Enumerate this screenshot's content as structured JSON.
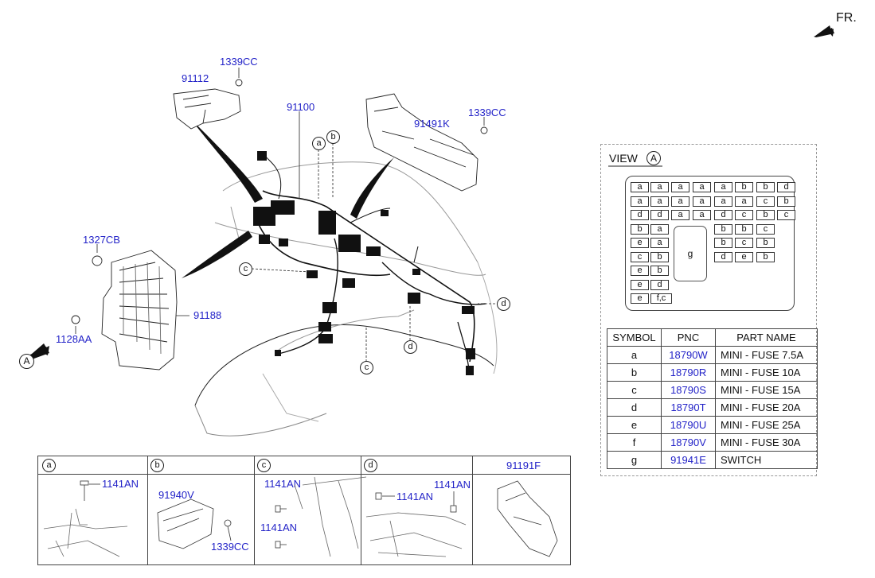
{
  "header": {
    "direction_label": "FR."
  },
  "colors": {
    "part_number": "#2323c8",
    "line": "#111111"
  },
  "main_diagram": {
    "callouts": [
      {
        "id": "c1",
        "text": "1339CC",
        "blue": true
      },
      {
        "id": "c2",
        "text": "91112",
        "blue": true
      },
      {
        "id": "c3",
        "text": "91100",
        "blue": true
      },
      {
        "id": "c4",
        "text": "91491K",
        "blue": true
      },
      {
        "id": "c5",
        "text": "1339CC",
        "blue": true
      },
      {
        "id": "c6",
        "text": "1327CB",
        "blue": true
      },
      {
        "id": "c7",
        "text": "91188",
        "blue": true
      },
      {
        "id": "c8",
        "text": "1128AA",
        "blue": true
      }
    ],
    "circle_markers": [
      {
        "id": "m1",
        "text": "a"
      },
      {
        "id": "m2",
        "text": "b"
      },
      {
        "id": "m3",
        "text": "c"
      },
      {
        "id": "m4",
        "text": "d"
      },
      {
        "id": "m5",
        "text": "d"
      },
      {
        "id": "m6",
        "text": "c"
      },
      {
        "id": "m7",
        "text": "A"
      }
    ]
  },
  "view_a": {
    "title": "VIEW",
    "marker": "A",
    "fuse_rows": [
      [
        "a",
        "a",
        "a",
        "a",
        "a",
        "b",
        "b",
        "d"
      ],
      [
        "a",
        "a",
        "a",
        "a",
        "a",
        "a",
        "c",
        "b"
      ],
      [
        "d",
        "d",
        "a",
        "a",
        "d",
        "c",
        "b",
        "c"
      ],
      [
        "b",
        "a",
        "",
        "",
        "b",
        "b",
        "c",
        ""
      ],
      [
        "e",
        "a",
        "",
        "",
        "b",
        "c",
        "b",
        ""
      ],
      [
        "c",
        "b",
        "",
        "",
        "d",
        "e",
        "b",
        ""
      ],
      [
        "e",
        "b",
        "",
        "",
        "",
        "",
        "",
        ""
      ],
      [
        "e",
        "d",
        "",
        "",
        "",
        "",
        "",
        ""
      ],
      [
        "e",
        "f,c",
        "",
        "",
        "",
        "",
        "",
        ""
      ]
    ],
    "switch_label": "g",
    "table": {
      "headers": [
        "SYMBOL",
        "PNC",
        "PART NAME"
      ],
      "rows": [
        {
          "symbol": "a",
          "pnc": "18790W",
          "name": "MINI - FUSE 7.5A"
        },
        {
          "symbol": "b",
          "pnc": "18790R",
          "name": "MINI - FUSE 10A"
        },
        {
          "symbol": "c",
          "pnc": "18790S",
          "name": "MINI - FUSE 15A"
        },
        {
          "symbol": "d",
          "pnc": "18790T",
          "name": "MINI - FUSE 20A"
        },
        {
          "symbol": "e",
          "pnc": "18790U",
          "name": "MINI - FUSE 25A"
        },
        {
          "symbol": "f",
          "pnc": "18790V",
          "name": "MINI - FUSE 30A"
        },
        {
          "symbol": "g",
          "pnc": "91941E",
          "name": "SWITCH"
        }
      ]
    }
  },
  "details": [
    {
      "key": "a",
      "labels": [
        "1141AN"
      ]
    },
    {
      "key": "b",
      "labels": [
        "91940V",
        "1339CC"
      ]
    },
    {
      "key": "c",
      "labels": [
        "1141AN",
        "1141AN"
      ]
    },
    {
      "key": "d",
      "labels": [
        "1141AN",
        "1141AN"
      ]
    },
    {
      "key": "",
      "title": "91191F",
      "labels": []
    }
  ]
}
